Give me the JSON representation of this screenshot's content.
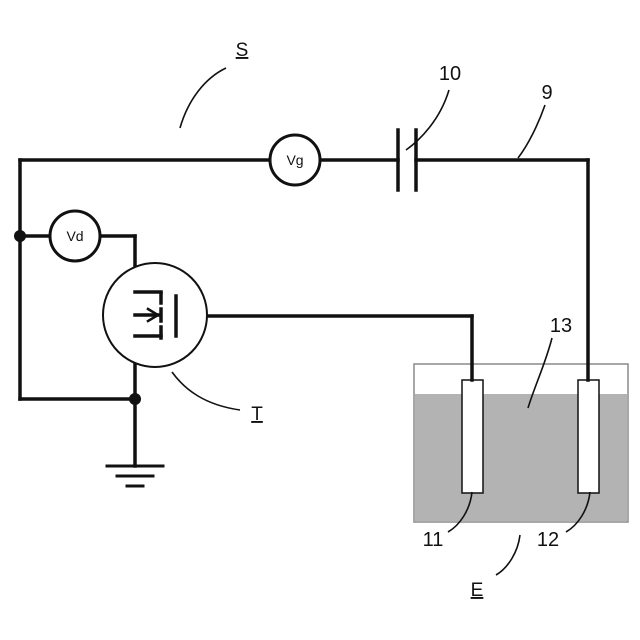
{
  "labels": {
    "system": "S",
    "transistor": "T",
    "electrolyte_cell": "E",
    "drain_meter": "Vd",
    "gate_meter": "Vg",
    "capacitor_ref": "10",
    "wire_ref": "9",
    "solution_ref": "13",
    "electrode_left_ref": "11",
    "electrode_right_ref": "12"
  },
  "colors": {
    "line": "#111111",
    "solution": "#b3b3b3",
    "container_border": "#8a8a8a",
    "electrode_fill": "#ffffff"
  }
}
